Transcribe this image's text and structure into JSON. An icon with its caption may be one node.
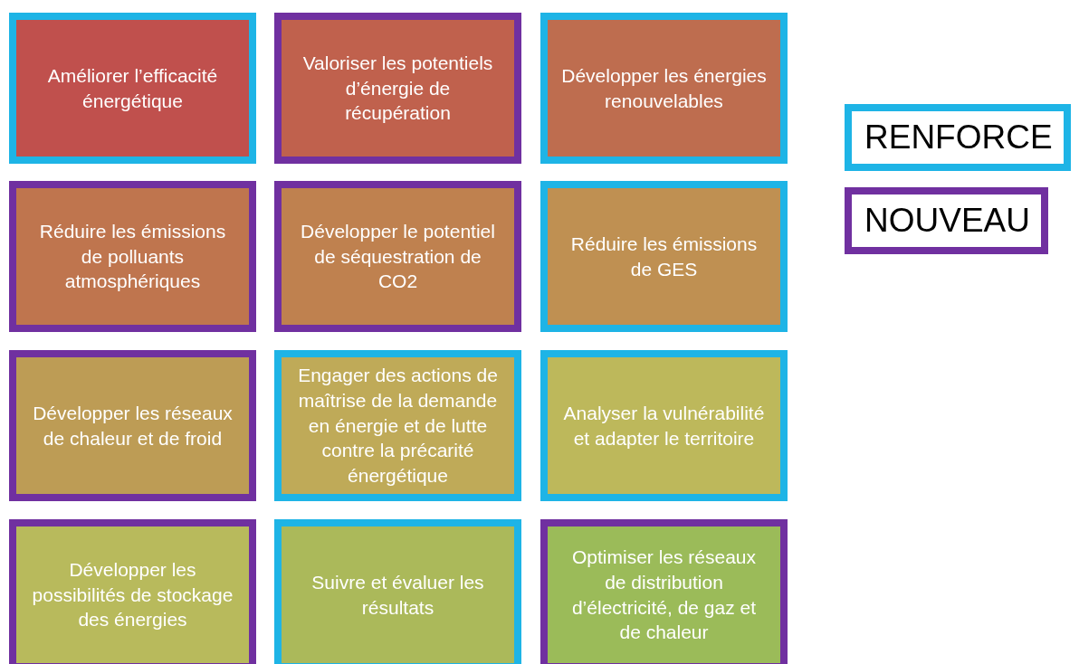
{
  "diagram": {
    "nodes": [
      {
        "text": [
          "Améliorer l’efficacité énergétique"
        ]
      },
      {
        "text": [
          "Valoriser les potentiels d’énergie de récupération"
        ]
      },
      {
        "text": [
          "Développer les énergies renouvelables"
        ]
      },
      {
        "text": [
          "Réduire les émissions de polluants atmosphériques"
        ]
      },
      {
        "text": [
          "Développer le potentiel de séquestration de CO2"
        ]
      },
      {
        "text": [
          "Réduire les émissions de GES"
        ]
      },
      {
        "text": [
          "Développer les réseaux de chaleur et de froid"
        ]
      },
      {
        "text": [
          "Engager des actions de maîtrise de la demande en énergie et de lutte contre la précarité énergétique"
        ]
      },
      {
        "text": [
          "Analyser la vulnérabilité et adapter le territoire"
        ]
      },
      {
        "text": [
          "Développer les possibilités de stockage des énergies"
        ]
      },
      {
        "text": [
          "Suivre et évaluer les résultats"
        ]
      },
      {
        "text": [
          "Optimiser les réseaux de distribution d’électricité, de gaz et de chaleur"
        ]
      }
    ],
    "legend": [
      {
        "text": "RENFORCE",
        "color": "#1eb4e6"
      },
      {
        "text": "NOUVEAU",
        "color": "#7030a0"
      }
    ]
  }
}
